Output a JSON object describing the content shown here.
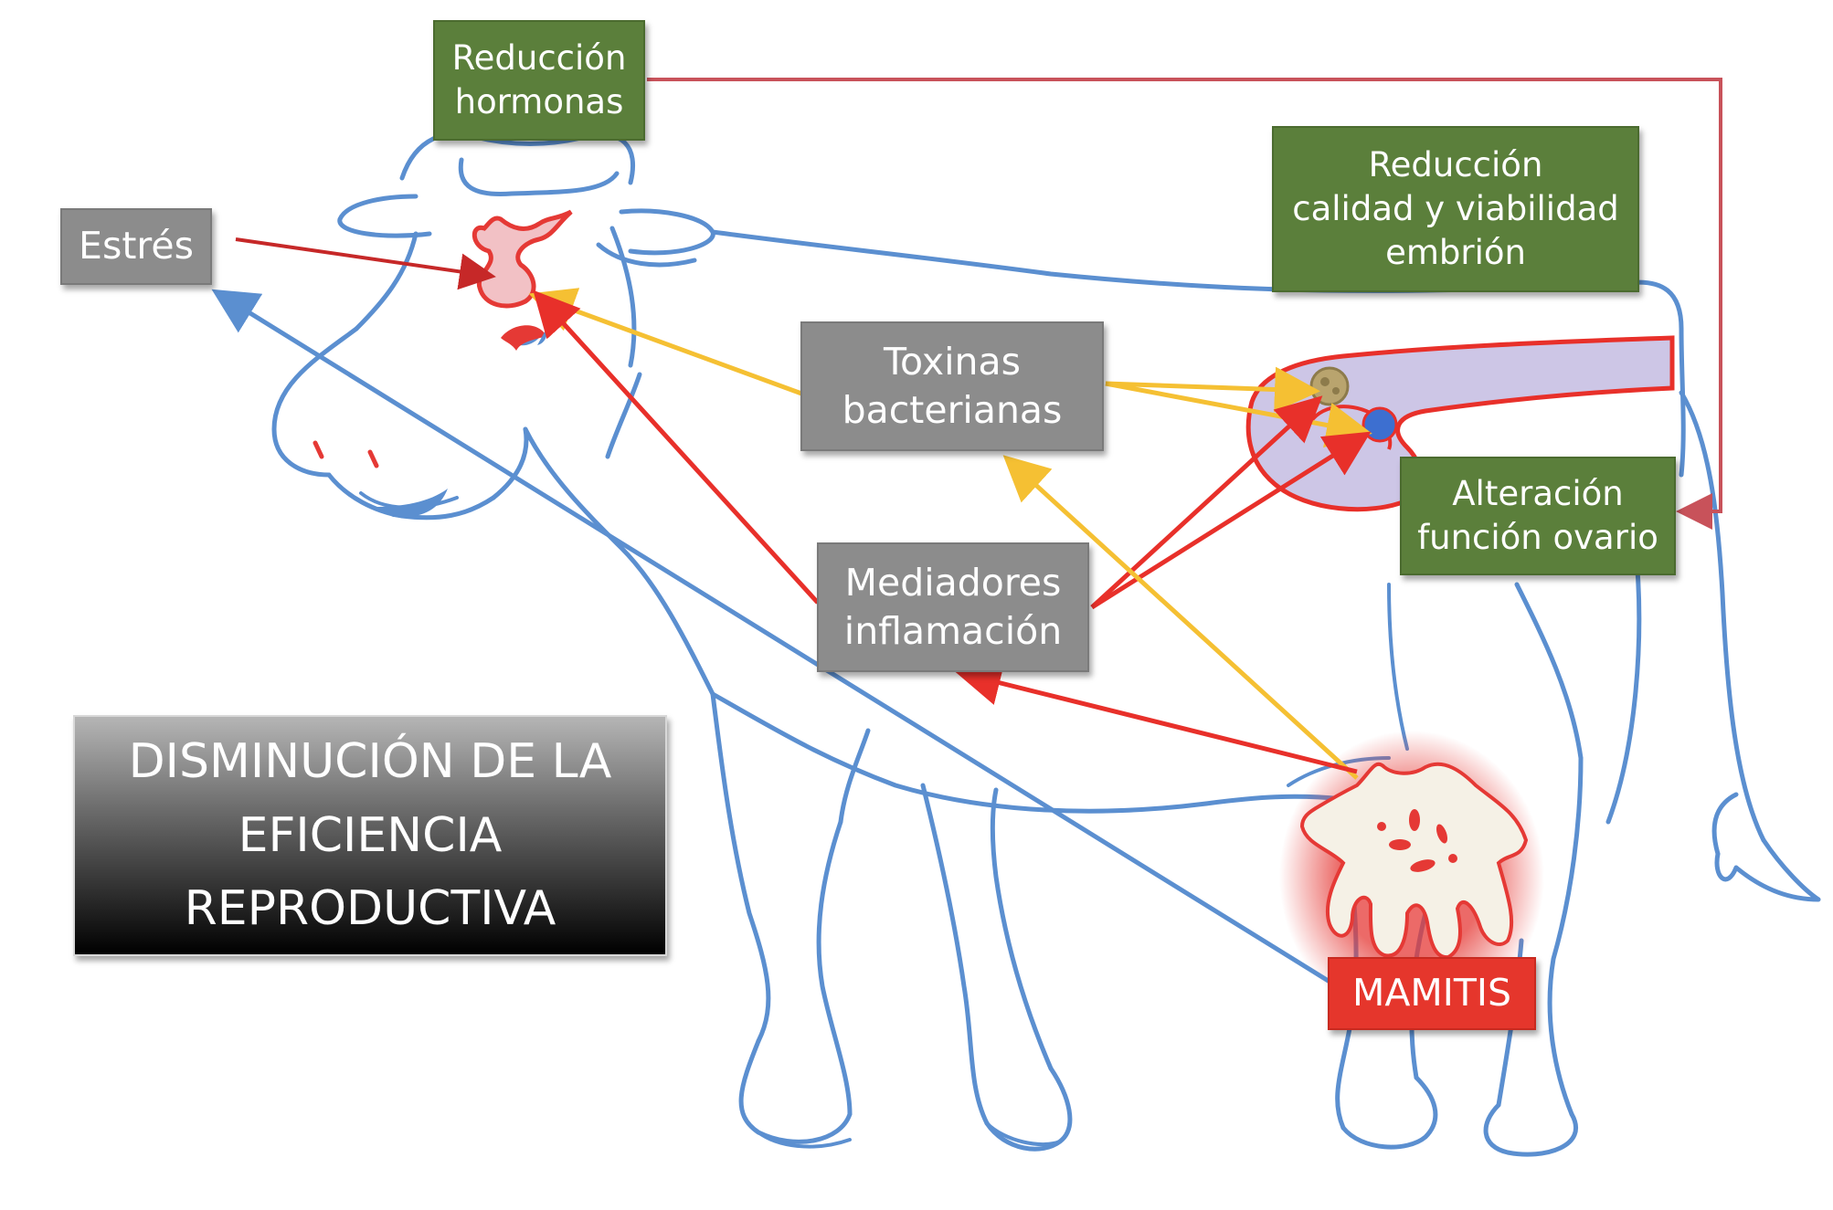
{
  "diagram": {
    "boxes": {
      "reduccion_hormonas": "Reducción\nhormonas",
      "estres": "Estrés",
      "reduccion_embrion": "Reducción\ncalidad y viabilidad\nembrión",
      "toxinas": "Toxinas\nbacterianas",
      "alteracion_ovario": "Alteración\nfunción ovario",
      "mediadores": "Mediadores\ninflamación",
      "mamitis": "MAMITIS",
      "titulo": "DISMINUCIÓN DE LA\nEFICIENCIA\nREPRODUCTIVA"
    },
    "colors": {
      "cow_outline": "#5b8fd0",
      "green_box": "#5b7f3b",
      "grey_box": "#8c8c8c",
      "mamitis_box": "#e5362c",
      "arrow_red": "#e8302a",
      "arrow_yellow": "#f5c033",
      "arrow_darkred": "#c62828",
      "connector_pink": "#c8525a",
      "reproductive_tract": "#cdc6e6"
    }
  }
}
